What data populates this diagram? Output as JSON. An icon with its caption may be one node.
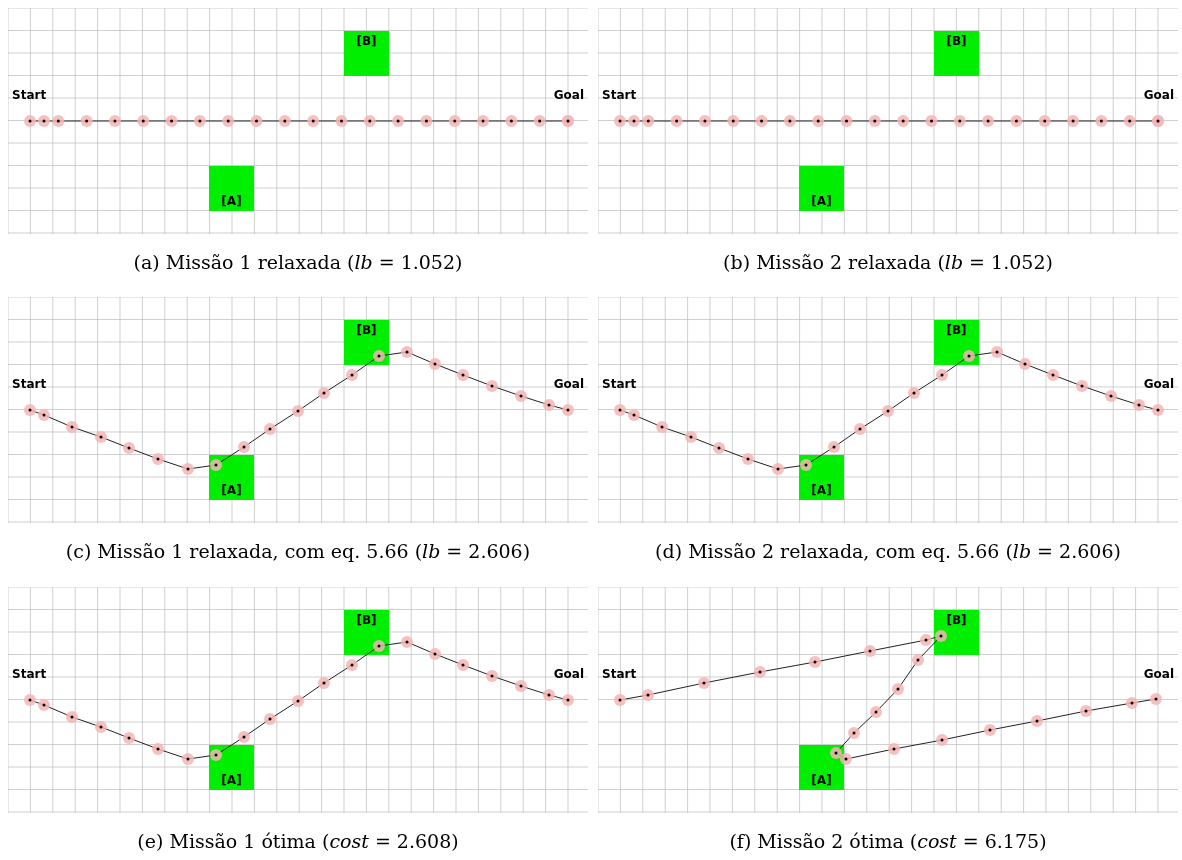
{
  "diagram": {
    "nodes": [
      {
        "text": [
          "[B]"
        ]
      },
      {
        "text": [
          "[A]"
        ]
      },
      {
        "text": [
          "[B]"
        ]
      },
      {
        "text": [
          "[A]"
        ]
      },
      {
        "text": [
          "[B]"
        ]
      },
      {
        "text": [
          "[A]"
        ]
      },
      {
        "text": [
          "[B]"
        ]
      },
      {
        "text": [
          "[A]"
        ]
      },
      {
        "text": [
          "[B]"
        ]
      },
      {
        "text": [
          "[A]"
        ]
      },
      {
        "text": [
          "[B]"
        ]
      },
      {
        "text": [
          "[A]"
        ]
      }
    ],
    "labels": [
      "Start",
      "Goal",
      "Start",
      "Goal",
      "(a) Missão 1 relaxada (*lb* = 1.052)",
      "(b) Missão 2 relaxada (*lb* = 1.052)",
      "Start",
      "Goal",
      "Start",
      "Goal",
      "(c) Missão 1 relaxada, com eq. 5.66 (*lb* = 2.606)",
      "(d) Missão 2 relaxada, com eq. 5.66 (*lb* = 2.606)",
      "Start",
      "Goal",
      "Start",
      "Goal",
      "(e) Missão 1 ótima (*cost* = 2.608)",
      "(f) Missão 2 ótima (*cost* = 6.175)"
    ]
  }
}
